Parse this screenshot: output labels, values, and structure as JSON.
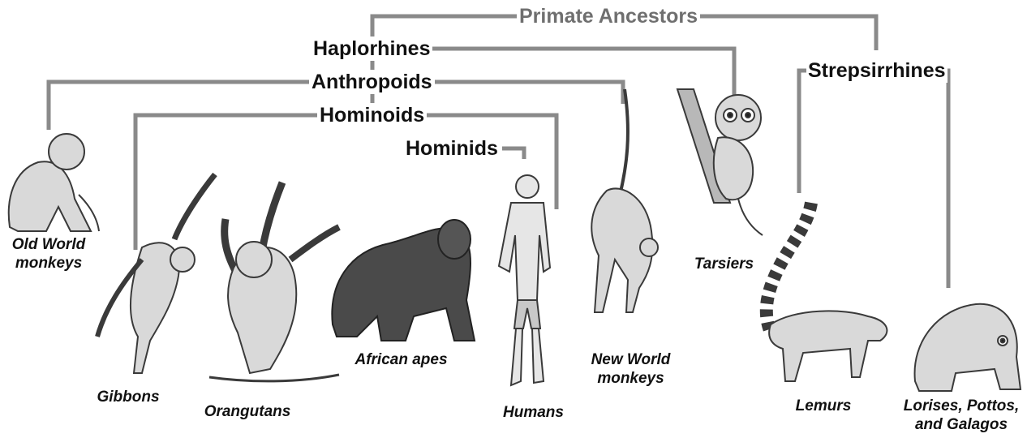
{
  "colors": {
    "branch": "#8a8a8a",
    "label": "#111111",
    "root_label": "#6f6f6f",
    "animal_fill": "#d9d9d9",
    "animal_dark": "#3a3a3a"
  },
  "tree": {
    "root": "Primate Ancestors",
    "haplorhines": "Haplorhines",
    "anthropoids": "Anthropoids",
    "hominoids": "Hominoids",
    "hominids": "Hominids",
    "strepsirrhines": "Strepsirrhines"
  },
  "taxa": {
    "old_world_monkeys": "Old World\nmonkeys",
    "gibbons": "Gibbons",
    "orangutans": "Orangutans",
    "african_apes": "African apes",
    "humans": "Humans",
    "new_world_monkeys": "New World\nmonkeys",
    "tarsiers": "Tarsiers",
    "lemurs": "Lemurs",
    "lorises": "Lorises, Pottos,\nand Galagos"
  },
  "illustrations": [
    "old-world-monkey-icon",
    "gibbon-icon",
    "orangutan-icon",
    "gorilla-icon",
    "human-icon",
    "spider-monkey-icon",
    "tarsier-icon",
    "lemur-icon",
    "loris-icon"
  ]
}
